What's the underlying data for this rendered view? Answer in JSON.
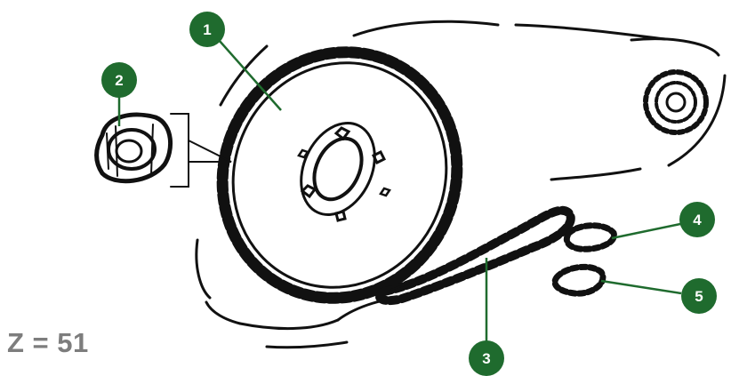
{
  "callouts": [
    {
      "id": "1",
      "label": "1",
      "part": "rear-sprocket"
    },
    {
      "id": "2",
      "label": "2",
      "part": "hub-nut"
    },
    {
      "id": "3",
      "label": "3",
      "part": "drive-chain"
    },
    {
      "id": "4",
      "label": "4",
      "part": "chain-link-a"
    },
    {
      "id": "5",
      "label": "5",
      "part": "chain-link-b"
    }
  ],
  "tooth_count_label": "Z = 51",
  "colors": {
    "callout_fill": "#1f6b2e",
    "callout_text": "#ffffff",
    "ink": "#111111",
    "label_gray": "#7d7d7d"
  }
}
